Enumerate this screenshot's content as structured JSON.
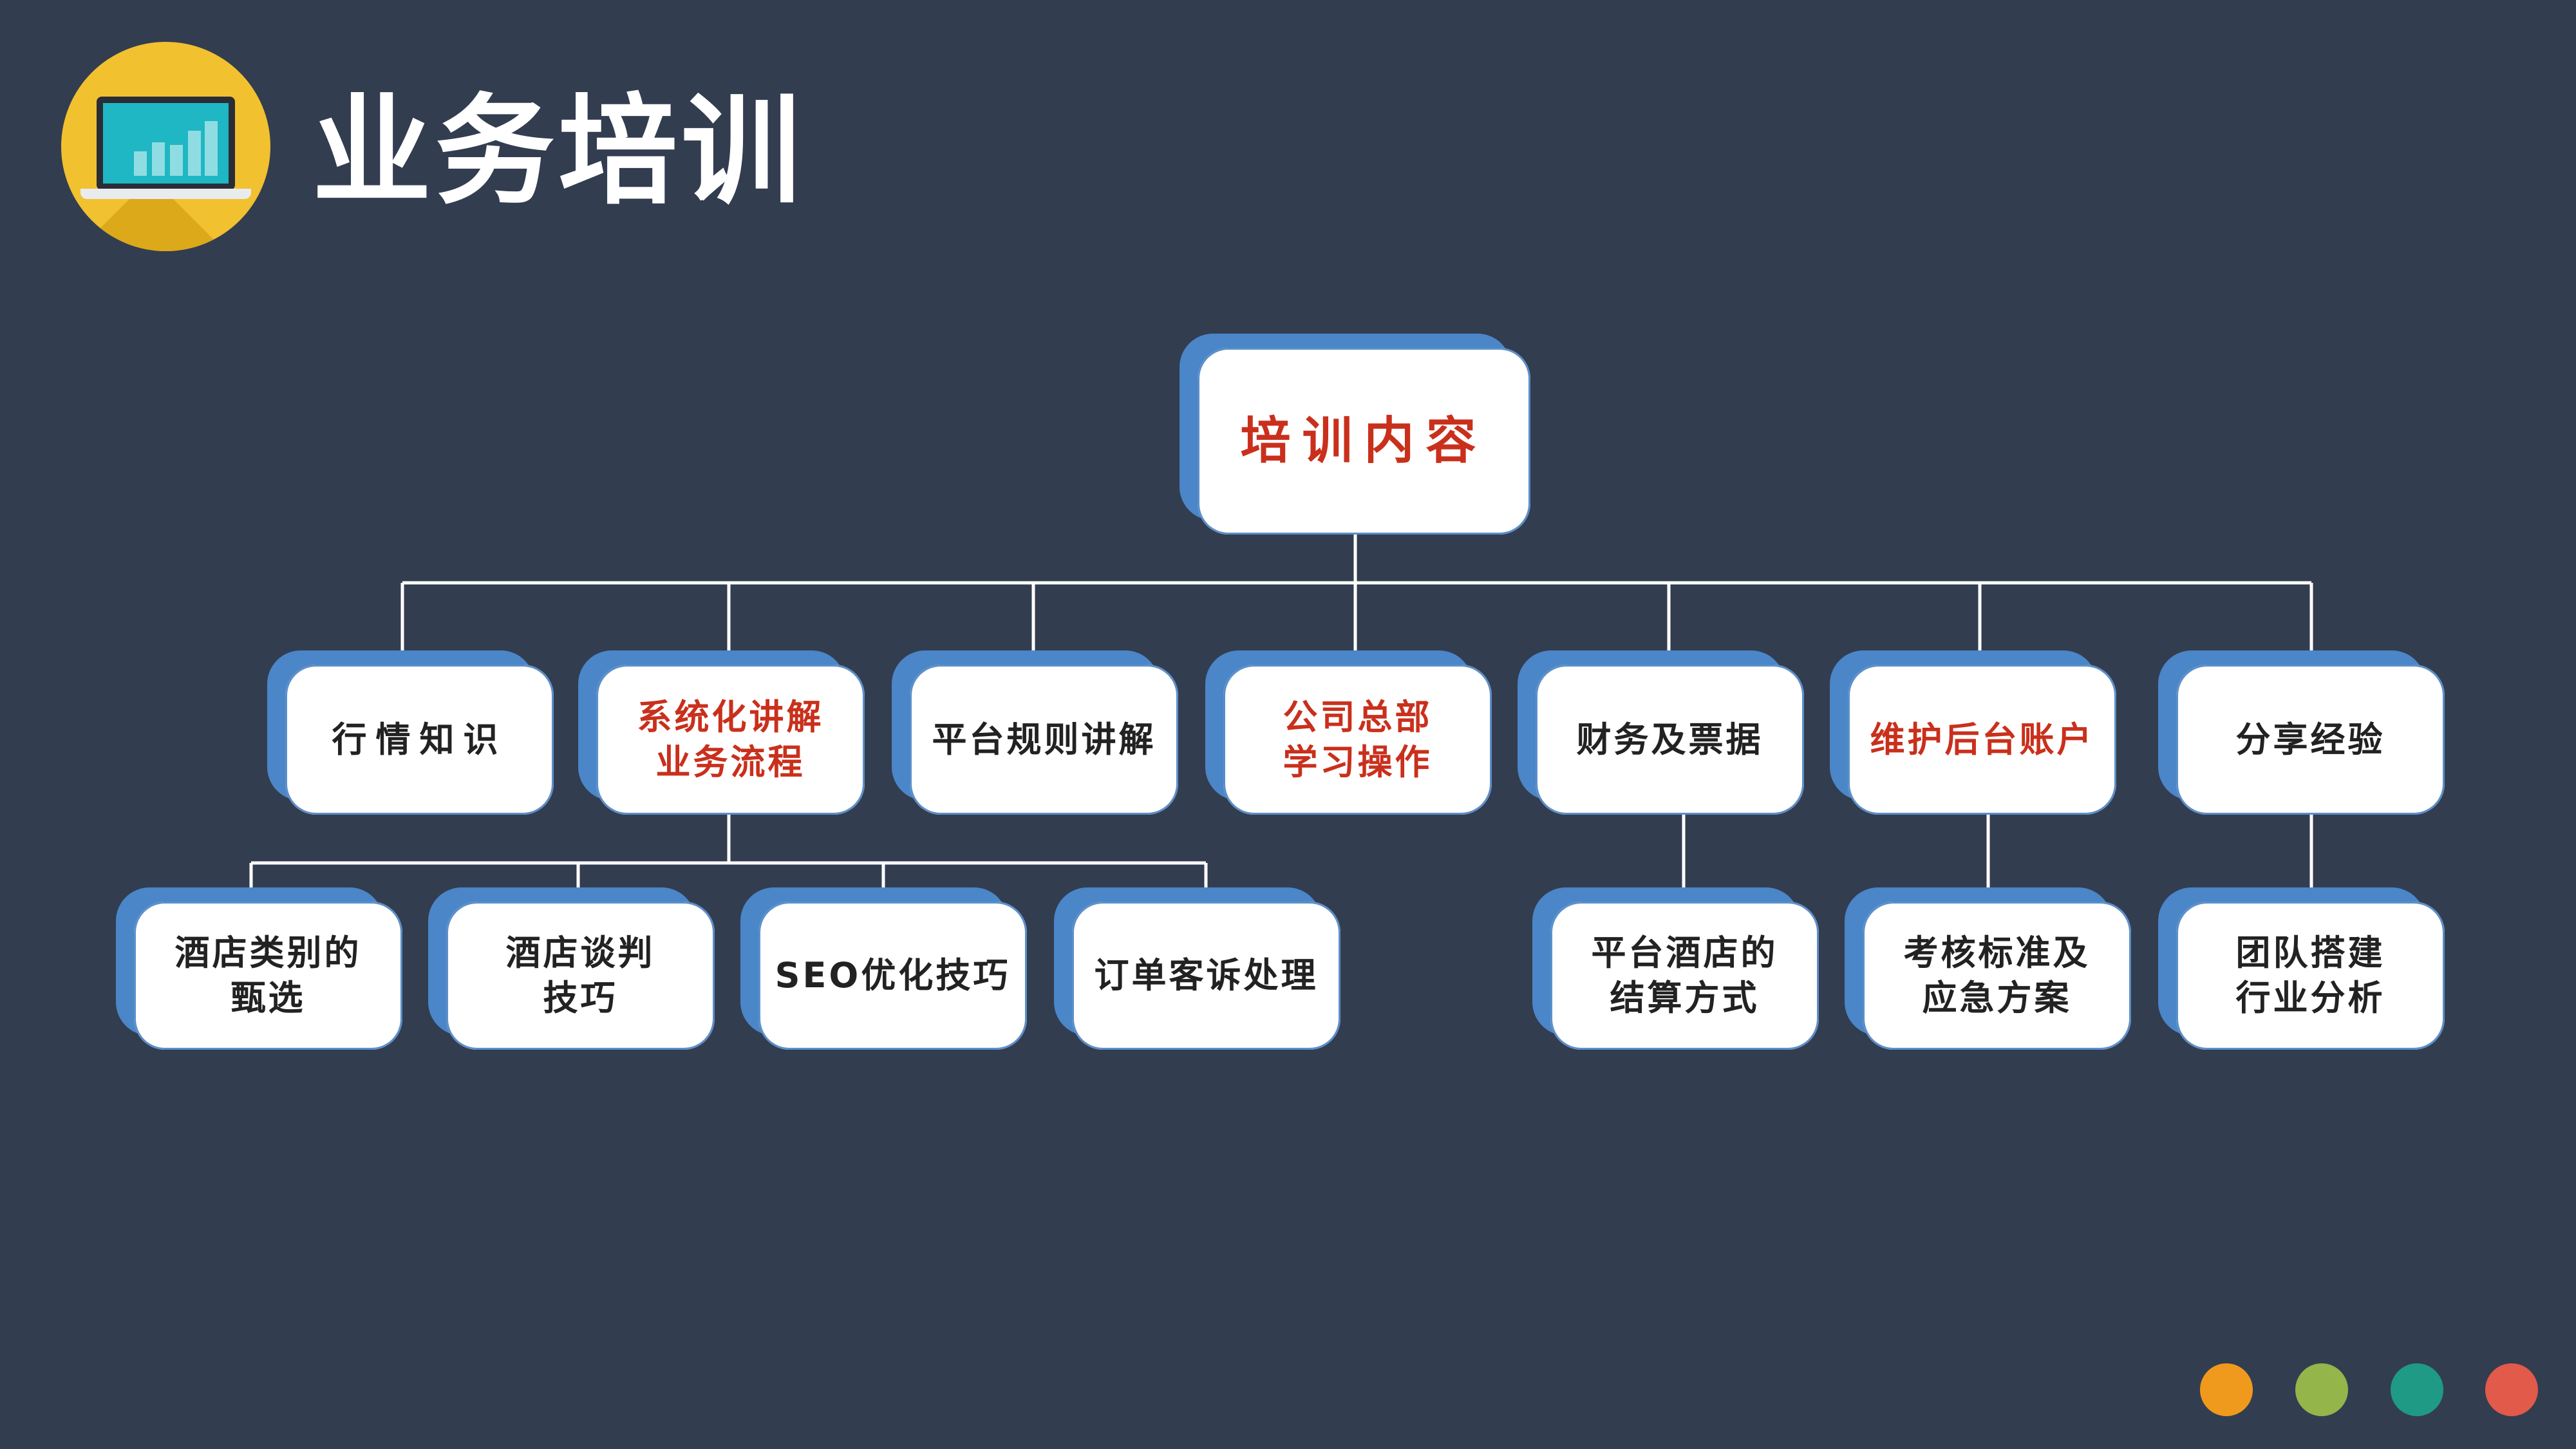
{
  "header": {
    "title": "业务培训",
    "logo_icon": "laptop-chart-icon"
  },
  "diagram": {
    "root": {
      "line1": "培训内容",
      "line2": "",
      "emphasis": true
    },
    "level1": [
      {
        "line1": "行情知识",
        "line2": "",
        "emphasis": false
      },
      {
        "line1": "系统化讲解",
        "line2": "业务流程",
        "emphasis": true
      },
      {
        "line1": "平台规则讲解",
        "line2": "",
        "emphasis": false
      },
      {
        "line1": "公司总部",
        "line2": "学习操作",
        "emphasis": true
      },
      {
        "line1": "财务及票据",
        "line2": "",
        "emphasis": false
      },
      {
        "line1": "维护后台账户",
        "line2": "",
        "emphasis": true
      },
      {
        "line1": "分享经验",
        "line2": "",
        "emphasis": false
      }
    ],
    "level2": [
      {
        "parent": "系统化讲解业务流程",
        "line1": "酒店类别的",
        "line2": "甄选"
      },
      {
        "parent": "系统化讲解业务流程",
        "line1": "酒店谈判",
        "line2": "技巧"
      },
      {
        "parent": "系统化讲解业务流程",
        "line1": "SEO优化技巧",
        "line2": ""
      },
      {
        "parent": "系统化讲解业务流程",
        "line1": "订单客诉处理",
        "line2": ""
      },
      {
        "parent": "财务及票据",
        "line1": "平台酒店的",
        "line2": "结算方式"
      },
      {
        "parent": "维护后台账户",
        "line1": "考核标准及",
        "line2": "应急方案"
      },
      {
        "parent": "分享经验",
        "line1": "团队搭建",
        "line2": "行业分析"
      }
    ]
  },
  "colors": {
    "background": "#333d50",
    "node_shadow": "#4a86c8",
    "emphasis_text": "#c9301c",
    "connector": "#ffffff",
    "logo": "#f2c12f"
  },
  "footer": {
    "dots": [
      "#ef9a1d",
      "#94b54a",
      "#1f9a84",
      "#e15a4a"
    ]
  }
}
